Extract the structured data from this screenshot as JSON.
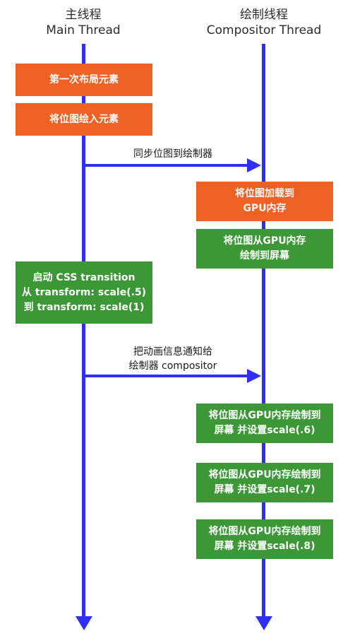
{
  "headers": {
    "main": {
      "zh": "主线程",
      "en": "Main Thread"
    },
    "compositor": {
      "zh": "绘制线程",
      "en": "Compositor Thread"
    }
  },
  "colors": {
    "lifeline": "#2f2ff2",
    "orange": "#ed6125",
    "green": "#3c9836"
  },
  "main_steps": [
    {
      "lines": [
        "第一次布局元素"
      ]
    },
    {
      "lines": [
        "将位图绘入元素"
      ]
    },
    {
      "lines": [
        "启动 CSS transition",
        "从 transform: scale(.5)",
        "到 transform: scale(1)"
      ]
    }
  ],
  "messages": [
    {
      "lines": [
        "同步位图到绘制器"
      ]
    },
    {
      "lines": [
        "把动画信息通知给",
        "绘制器 compositor"
      ]
    }
  ],
  "compositor_steps": [
    {
      "lines": [
        "将位图加载到",
        "GPU内存"
      ]
    },
    {
      "lines": [
        "将位图从GPU内存",
        "绘制到屏幕"
      ]
    },
    {
      "lines": [
        "将位图从GPU内存绘制到",
        "屏幕 并设置scale(.6)"
      ]
    },
    {
      "lines": [
        "将位图从GPU内存绘制到",
        "屏幕 并设置scale(.7)"
      ]
    },
    {
      "lines": [
        "将位图从GPU内存绘制到",
        "屏幕 并设置scale(.8)"
      ]
    }
  ]
}
